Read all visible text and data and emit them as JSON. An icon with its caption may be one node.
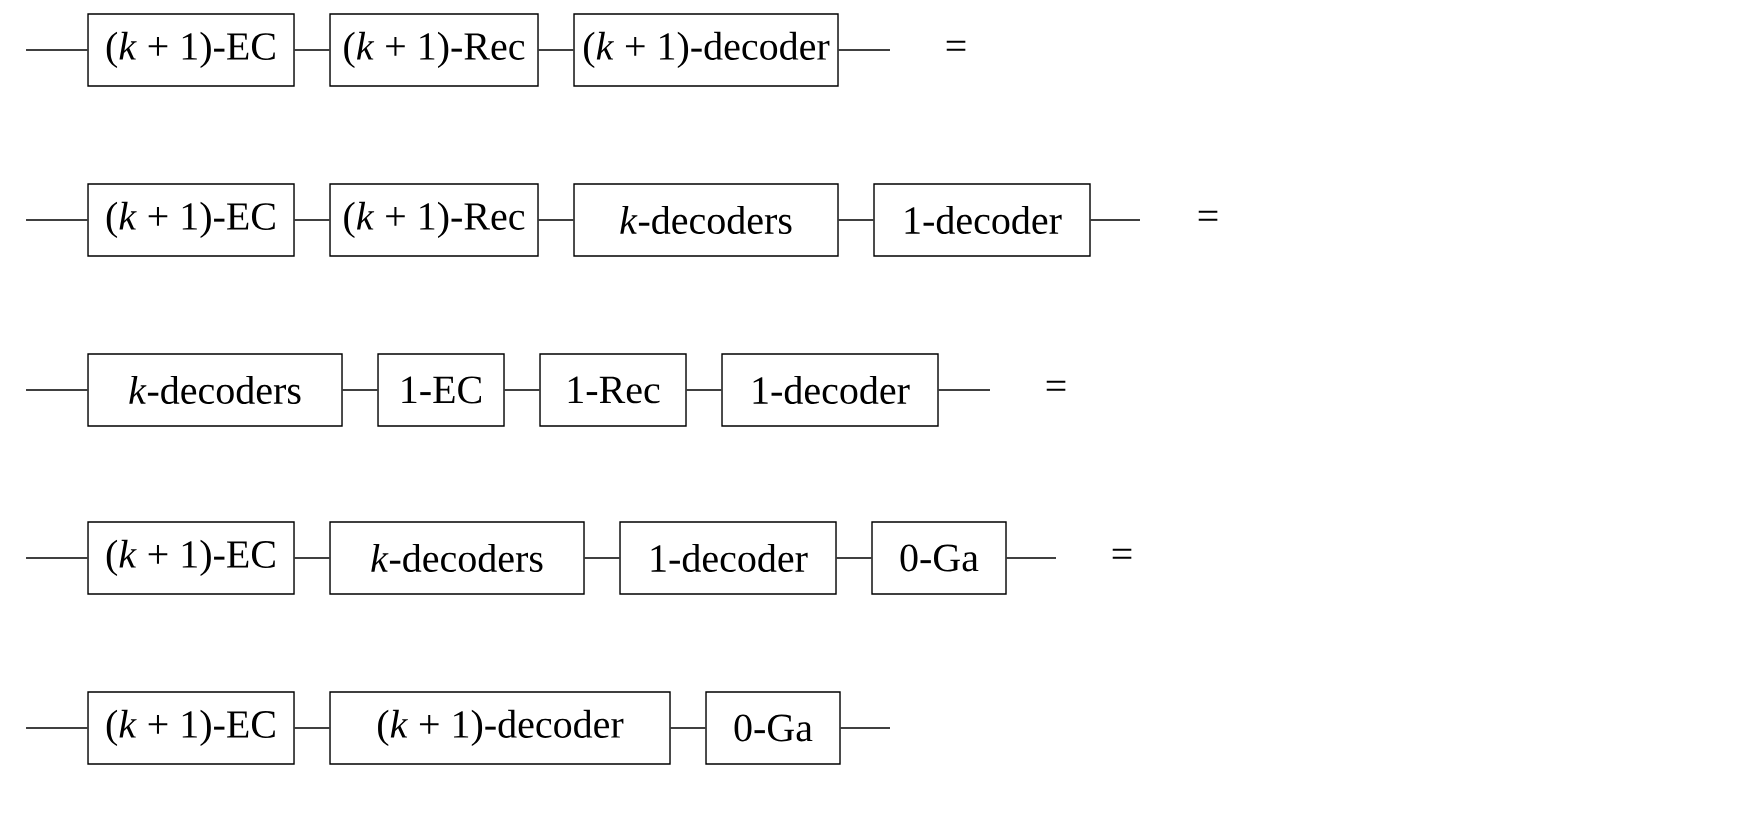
{
  "diagram": {
    "nodes": [
      {
        "text": [
          "(*k* + 1)-EC"
        ]
      },
      {
        "text": [
          "(*k* + 1)-Rec"
        ]
      },
      {
        "text": [
          "(*k* + 1)-decoder"
        ]
      },
      {
        "text": [
          "(*k* + 1)-EC"
        ]
      },
      {
        "text": [
          "(*k* + 1)-Rec"
        ]
      },
      {
        "text": [
          "*k*-decoders"
        ]
      },
      {
        "text": [
          "1-decoder"
        ]
      },
      {
        "text": [
          "*k*-decoders"
        ]
      },
      {
        "text": [
          "1-EC"
        ]
      },
      {
        "text": [
          "1-Rec"
        ]
      },
      {
        "text": [
          "1-decoder"
        ]
      },
      {
        "text": [
          "(*k* + 1)-EC"
        ]
      },
      {
        "text": [
          "*k*-decoders"
        ]
      },
      {
        "text": [
          "1-decoder"
        ]
      },
      {
        "text": [
          "0-Ga"
        ]
      },
      {
        "text": [
          "(*k* + 1)-EC"
        ]
      },
      {
        "text": [
          "(*k* + 1)-decoder"
        ]
      },
      {
        "text": [
          "0-Ga"
        ]
      }
    ],
    "edges": [
      {
        "from": null,
        "to": 0,
        "arrow": "none"
      },
      {
        "from": 0,
        "to": 1,
        "arrow": "none"
      },
      {
        "from": 1,
        "to": 2,
        "arrow": "none"
      },
      {
        "from": 2,
        "to": null,
        "arrow": "none"
      },
      {
        "from": null,
        "to": 3,
        "arrow": "none"
      },
      {
        "from": 3,
        "to": 4,
        "arrow": "none"
      },
      {
        "from": 4,
        "to": 5,
        "arrow": "none"
      },
      {
        "from": 5,
        "to": 6,
        "arrow": "none"
      },
      {
        "from": 6,
        "to": null,
        "arrow": "none"
      },
      {
        "from": null,
        "to": 7,
        "arrow": "none"
      },
      {
        "from": 7,
        "to": 8,
        "arrow": "none"
      },
      {
        "from": 8,
        "to": 9,
        "arrow": "none"
      },
      {
        "from": 9,
        "to": 10,
        "arrow": "none"
      },
      {
        "from": 10,
        "to": null,
        "arrow": "none"
      },
      {
        "from": null,
        "to": 11,
        "arrow": "none"
      },
      {
        "from": 11,
        "to": 12,
        "arrow": "none"
      },
      {
        "from": 12,
        "to": 13,
        "arrow": "none"
      },
      {
        "from": 13,
        "to": 14,
        "arrow": "none"
      },
      {
        "from": 14,
        "to": null,
        "arrow": "none"
      },
      {
        "from": null,
        "to": 15,
        "arrow": "none"
      },
      {
        "from": 15,
        "to": 16,
        "arrow": "none"
      },
      {
        "from": 16,
        "to": 17,
        "arrow": "none"
      },
      {
        "from": 17,
        "to": null,
        "arrow": "none"
      }
    ],
    "labels": [
      "=",
      "=",
      "=",
      "="
    ]
  }
}
